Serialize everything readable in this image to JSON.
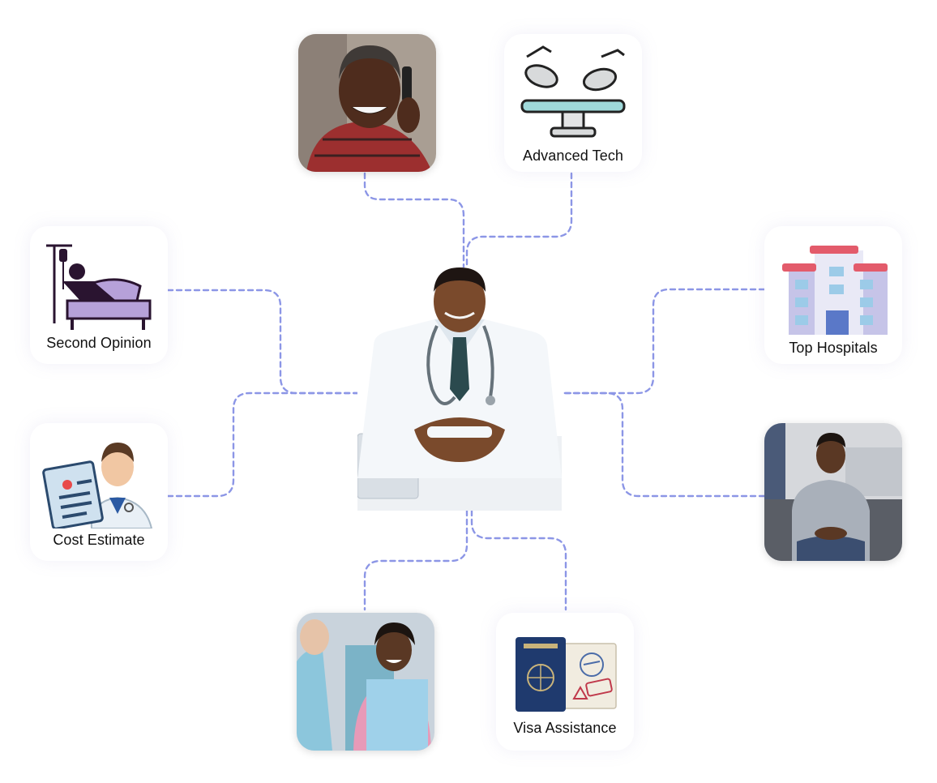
{
  "diagram": {
    "center": {
      "icon": "doctor-portrait"
    },
    "nodes": [
      {
        "id": "phone-call",
        "icon": "woman-on-phone-photo",
        "label": ""
      },
      {
        "id": "advanced-tech",
        "icon": "surgical-lights-icon",
        "label": "Advanced Tech"
      },
      {
        "id": "second-opinion",
        "icon": "hospital-bed-patient-icon",
        "label": "Second Opinion"
      },
      {
        "id": "top-hospitals",
        "icon": "hospital-building-icon",
        "label": "Top Hospitals"
      },
      {
        "id": "cost-estimate",
        "icon": "doctor-with-clipboard-icon",
        "label": "Cost Estimate"
      },
      {
        "id": "patient-waiting",
        "icon": "man-sitting-photo",
        "label": ""
      },
      {
        "id": "dental-care",
        "icon": "dental-patient-photo",
        "label": ""
      },
      {
        "id": "visa-assistance",
        "icon": "passport-visa-icon",
        "label": "Visa Assistance"
      }
    ],
    "connector_color": "#8c96e6"
  }
}
